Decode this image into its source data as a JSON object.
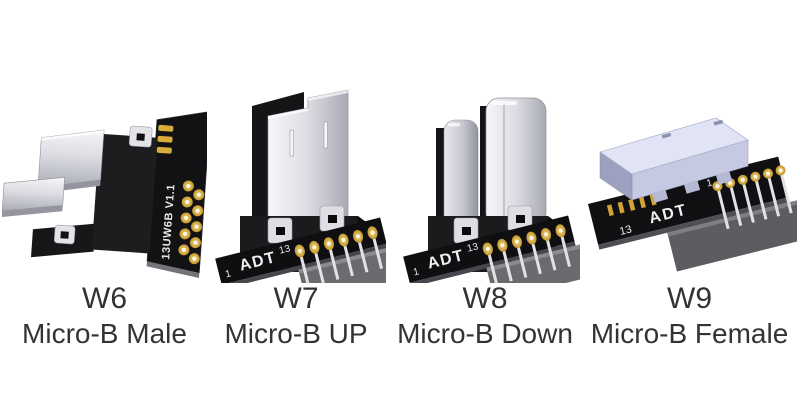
{
  "products": [
    {
      "code": "W6",
      "name": "Micro-B Male",
      "pcb_marking": "13UW6B V1.1"
    },
    {
      "code": "W7",
      "name": "Micro-B UP",
      "pcb_marking": "ADT",
      "pin_left": "1",
      "pin_right": "13"
    },
    {
      "code": "W8",
      "name": "Micro-B Down",
      "pcb_marking": "ADT",
      "pin_left": "1",
      "pin_right": "13"
    },
    {
      "code": "W9",
      "name": "Micro-B Female",
      "pcb_marking": "ADT",
      "pin_left": "13",
      "pin_right": "1"
    }
  ],
  "colors": {
    "background": "#ffffff",
    "metal_silver": "#d9dae0",
    "plastic_black": "#1b1b1e",
    "pcb_black": "#101013",
    "pad_gold": "#d2a435",
    "silkscreen_white": "#f0f0f3",
    "ribbon_gray": "#66666b",
    "female_shell_lavender": "#d8dbee",
    "caption_text": "#333336"
  }
}
